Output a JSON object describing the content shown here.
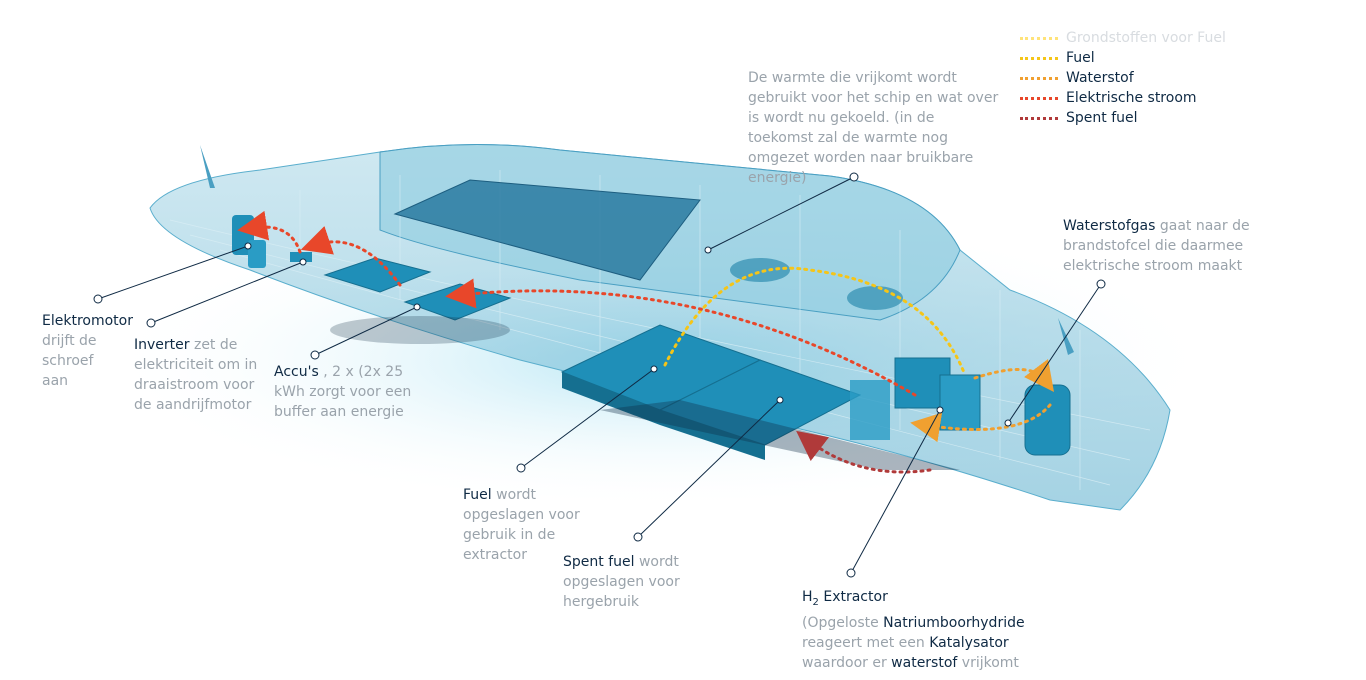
{
  "legend": [
    {
      "label": "Grondstoffen voor Fuel",
      "color": "#ffe37a",
      "faded": true
    },
    {
      "label": "Fuel",
      "color": "#f5c518",
      "faded": false
    },
    {
      "label": "Waterstof",
      "color": "#f0a030",
      "faded": false
    },
    {
      "label": "Elektrische stroom",
      "color": "#e8472a",
      "faded": false
    },
    {
      "label": "Spent fuel",
      "color": "#b03a3a",
      "faded": false
    }
  ],
  "labels": {
    "warmte": "De warmte die vrijkomt wordt gebruikt voor het schip en wat over is wordt nu gekoeld. (in de toekomst zal de warmte nog omgezet worden naar bruikbare energie)",
    "waterstofgas_title": "Waterstofgas",
    "waterstofgas_body": " gaat naar de brandstofcel die daarmee elektrische stroom maakt",
    "elektromotor_title": "Elektromotor",
    "elektromotor_body": "drijft de schroef aan",
    "inverter_title": "Inverter",
    "inverter_body": " zet de elektriciteit om in draaistroom voor de aandrijfmotor",
    "accus_title": "Accu's",
    "accus_body": " , 2 x (2x 25 kWh zorgt voor een buffer aan energie",
    "fuel_title": "Fuel",
    "fuel_body": " wordt opgeslagen voor gebruik in de extractor",
    "spent_title": "Spent fuel",
    "spent_body": " wordt opgeslagen voor hergebruik",
    "h2_title_h": "H",
    "h2_title_sub": "2",
    "h2_title_rest": " Extractor",
    "h2_line1a": "(Opgeloste ",
    "h2_line1b": "Natriumboorhydride",
    "h2_line2a": "reageert met een ",
    "h2_line2b": "Katalysator",
    "h2_line3a": "waardoor er ",
    "h2_line3b": "waterstof",
    "h2_line3c": " vrijkomt"
  },
  "colors": {
    "hull": "#7fc3da",
    "hull_dark": "#2f8db0",
    "panel": "#1f8fb8",
    "navy": "#0f2a44",
    "gray": "#9aa3ab"
  }
}
